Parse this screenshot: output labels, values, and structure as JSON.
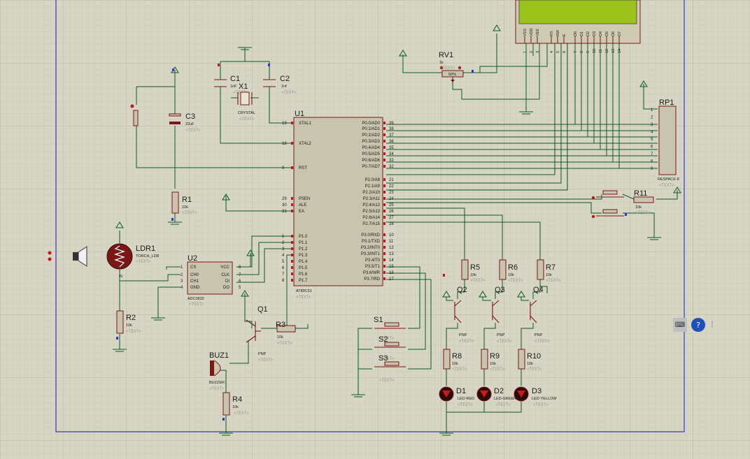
{
  "placeholder": "<TEXT>",
  "toolbar": {
    "keyboard_icon": "keyboard-icon",
    "help_icon": "help-icon",
    "help_label": "?",
    "more_label": "⋮"
  },
  "colors": {
    "background": "#d7d6c4",
    "wire": "#0b5a24",
    "component": "#7a1616",
    "frame": "#3636c9",
    "lcd": "#9bc21a"
  },
  "lcd": {
    "pins": [
      "VSS",
      "VDD",
      "VEE",
      "RS",
      "RW",
      "E",
      "D0",
      "D1",
      "D2",
      "D3",
      "D4",
      "D5",
      "D6",
      "D7"
    ],
    "numbers": [
      "1",
      "2",
      "3",
      "4",
      "5",
      "6",
      "7",
      "8",
      "9",
      "10",
      "11",
      "12",
      "13",
      "14"
    ]
  },
  "u1": {
    "ref": "U1",
    "model": "AT89C51",
    "left_pins": [
      {
        "num": "19",
        "name": "XTAL1"
      },
      {
        "num": "18",
        "name": "XTAL2"
      },
      {
        "num": "9",
        "name": "RST"
      },
      {
        "num": "29",
        "name": "PSEN"
      },
      {
        "num": "30",
        "name": "ALE"
      },
      {
        "num": "31",
        "name": "EA"
      },
      {
        "num": "1",
        "name": "P1.0"
      },
      {
        "num": "2",
        "name": "P1.1"
      },
      {
        "num": "3",
        "name": "P1.2"
      },
      {
        "num": "4",
        "name": "P1.3"
      },
      {
        "num": "5",
        "name": "P1.4"
      },
      {
        "num": "6",
        "name": "P1.5"
      },
      {
        "num": "7",
        "name": "P1.6"
      },
      {
        "num": "8",
        "name": "P1.7"
      }
    ],
    "right_pins": [
      {
        "num": "39",
        "name": "P0.0/AD0"
      },
      {
        "num": "38",
        "name": "P0.1/AD1"
      },
      {
        "num": "37",
        "name": "P0.2/AD2"
      },
      {
        "num": "36",
        "name": "P0.3/AD3"
      },
      {
        "num": "35",
        "name": "P0.4/AD4"
      },
      {
        "num": "34",
        "name": "P0.5/AD5"
      },
      {
        "num": "33",
        "name": "P0.6/AD6"
      },
      {
        "num": "32",
        "name": "P0.7/AD7"
      },
      {
        "num": "21",
        "name": "P2.0/A8"
      },
      {
        "num": "22",
        "name": "P2.1/A9"
      },
      {
        "num": "23",
        "name": "P2.2/A10"
      },
      {
        "num": "24",
        "name": "P2.3/A11"
      },
      {
        "num": "25",
        "name": "P2.4/A12"
      },
      {
        "num": "26",
        "name": "P2.5/A13"
      },
      {
        "num": "27",
        "name": "P2.6/A14"
      },
      {
        "num": "28",
        "name": "P2.7/A15"
      },
      {
        "num": "10",
        "name": "P3.0/RXD"
      },
      {
        "num": "11",
        "name": "P3.1/TXD"
      },
      {
        "num": "12",
        "name": "P3.2/INT0"
      },
      {
        "num": "13",
        "name": "P3.3/INT1"
      },
      {
        "num": "14",
        "name": "P3.4/T0"
      },
      {
        "num": "15",
        "name": "P3.5/T1"
      },
      {
        "num": "16",
        "name": "P3.6/WR"
      },
      {
        "num": "17",
        "name": "P3.7/RD"
      }
    ]
  },
  "u2": {
    "ref": "U2",
    "model": "ADC0832",
    "left_pins": [
      {
        "num": "1",
        "name": "CS"
      },
      {
        "num": "2",
        "name": "CH0"
      },
      {
        "num": "3",
        "name": "CH1"
      },
      {
        "num": "4",
        "name": "GND"
      }
    ],
    "right_pins": [
      {
        "num": "8",
        "name": "VCC"
      },
      {
        "num": "7",
        "name": "CLK"
      },
      {
        "num": "6",
        "name": "DI"
      },
      {
        "num": "5",
        "name": "DO"
      }
    ]
  },
  "rp1": {
    "ref": "RP1",
    "model": "RESPACK-8",
    "pins": [
      "1",
      "2",
      "3",
      "4",
      "5",
      "6",
      "7",
      "8",
      "9"
    ]
  },
  "labels": {
    "rv1": "RV1",
    "rv1_val": "1k",
    "rv1_pct": "50%",
    "c1": "C1",
    "c1_val": "1nF",
    "x1": "X1",
    "x1_val": "CRYSTAL",
    "c2": "C2",
    "c2_val": "1nf",
    "c3": "C3",
    "c3_val": "22uF",
    "r1": "R1",
    "r1_val": "10k",
    "ldr1": "LDR1",
    "ldr1_val": "TORCH_LDR",
    "ldr_n": "N",
    "r2": "R2",
    "r2_val": "10k",
    "q1": "Q1",
    "q1_val": "PNP",
    "r3": "R3",
    "r3_val": "10k",
    "buz1": "BUZ1",
    "buz1_val": "BUZZER",
    "r4": "R4",
    "r4_val": "10k",
    "s1": "S1",
    "s2": "S2",
    "s3": "S3",
    "r5": "R5",
    "r5_val": "10k",
    "r6": "R6",
    "r6_val": "10k",
    "r7": "R7",
    "r7_val": "10k",
    "q2": "Q2",
    "q2_val": "PNP",
    "q3": "Q3",
    "q3_val": "PNP",
    "q4": "Q4",
    "q4_val": "PNP",
    "r8": "R8",
    "r8_val": "10k",
    "r9": "R9",
    "r9_val": "10k",
    "r10": "R10",
    "r10_val": "10k",
    "d1": "D1",
    "d1_val": "LED-RED",
    "d2": "D2",
    "d2_val": "LED-GREEN",
    "d3": "D3",
    "d3_val": "LED-YELLOW",
    "r11": "R11",
    "r11_val": "10k"
  }
}
